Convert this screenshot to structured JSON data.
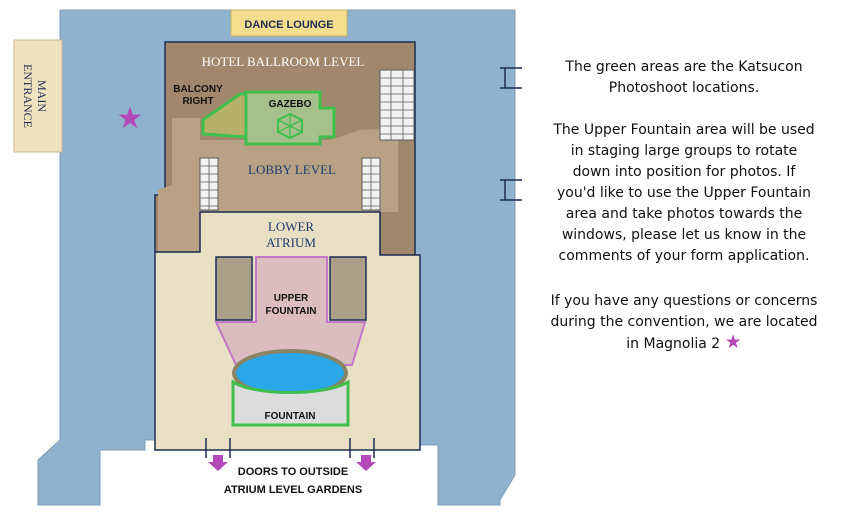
{
  "map": {
    "labels": {
      "dance_lounge": "DANCE LOUNGE",
      "main_entrance_1": "MAIN",
      "main_entrance_2": "ENTRANCE",
      "hotel_ballroom_level": "HOTEL BALLROOM LEVEL",
      "balcony_right_1": "BALCONY",
      "balcony_right_2": "RIGHT",
      "gazebo": "GAZEBO",
      "lobby_level": "LOBBY LEVEL",
      "lower_atrium_1": "LOWER",
      "lower_atrium_2": "ATRIUM",
      "upper_fountain_1": "UPPER",
      "upper_fountain_2": "FOUNTAIN",
      "fountain": "FOUNTAIN",
      "doors_1": "DOORS TO OUTSIDE",
      "doors_2": "ATRIUM LEVEL GARDENS"
    },
    "colors": {
      "outer_blue": "#8fb2cf",
      "ballroom_brown": "#a1876c",
      "beige": "#e9dfc5",
      "photoshoot_green": "#3fbf4b",
      "upper_fountain_pink": "#dbbdbf",
      "pool_blue": "#2aa7e8",
      "star_purple": "#b44ab8",
      "entrance_tan": "#efe2bf",
      "dance_lounge_yellow": "#f3dd8e"
    }
  },
  "info": {
    "p1_line1": "The green areas are the Katsucon",
    "p1_line2": "Photoshoot locations.",
    "p2_line1": "The Upper Fountain area will be used",
    "p2_line2": "in staging large groups to rotate",
    "p2_line3": "down into position for photos. If",
    "p2_line4": "you'd like to use the Upper Fountain",
    "p2_line5": "area and take photos towards the",
    "p2_line6": "windows, please let us know in the",
    "p2_line7": "comments of your form application.",
    "p3_line1": "If you have any questions or concerns",
    "p3_line2": "during the convention, we are located",
    "p3_line3": "in Magnolia 2",
    "star_glyph": "★"
  }
}
